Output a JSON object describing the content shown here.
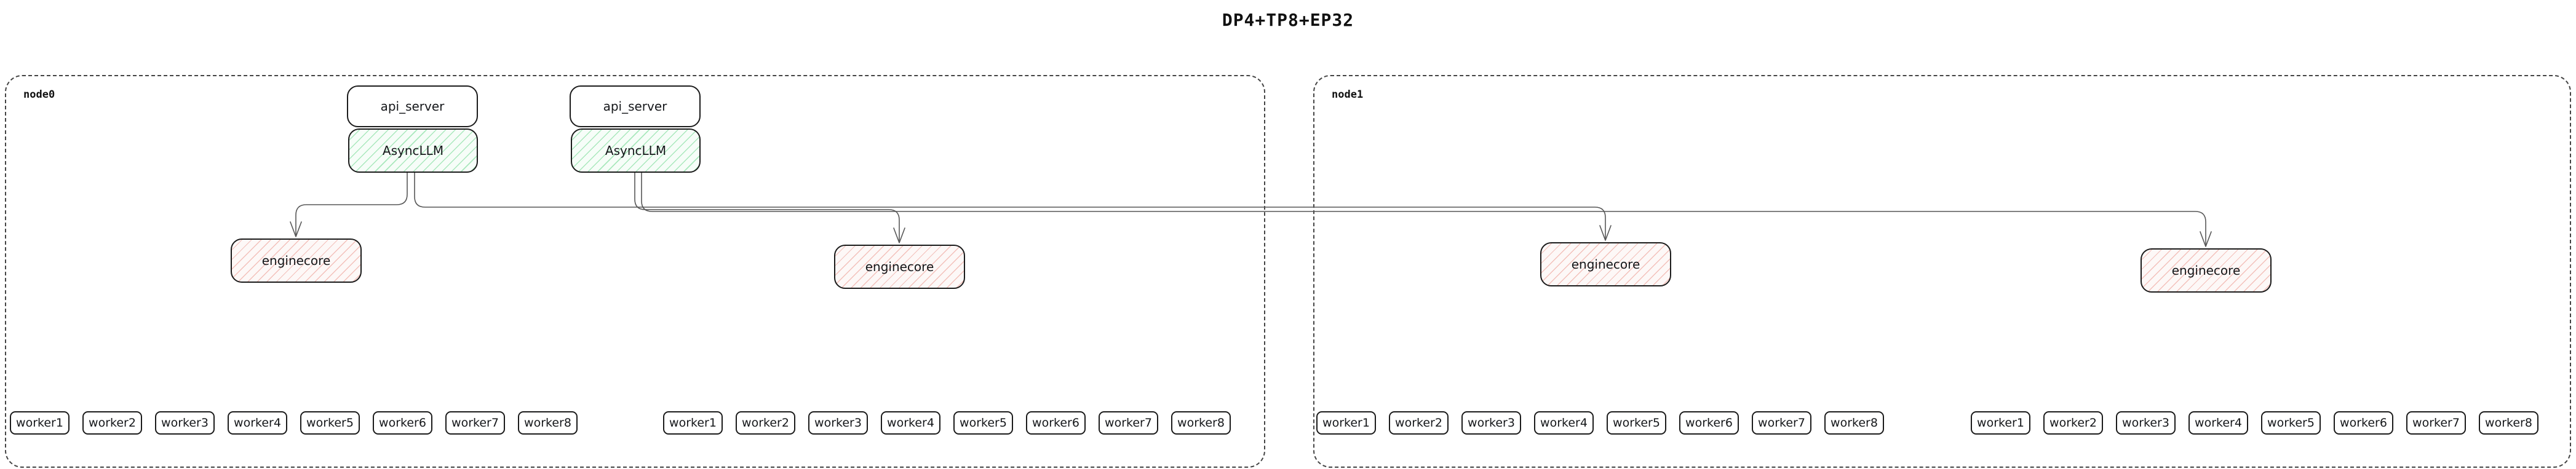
{
  "title": "DP4+TP8+EP32",
  "nodes": [
    {
      "label": "node0"
    },
    {
      "label": "node1"
    }
  ],
  "stacks": [
    {
      "api_server": "api_server",
      "asyncllm": "AsyncLLM"
    },
    {
      "api_server": "api_server",
      "asyncllm": "AsyncLLM"
    }
  ],
  "enginecores": [
    {
      "label": "enginecore"
    },
    {
      "label": "enginecore"
    },
    {
      "label": "enginecore"
    },
    {
      "label": "enginecore"
    }
  ],
  "worker_groups": [
    {
      "workers": [
        "worker1",
        "worker2",
        "worker3",
        "worker4",
        "worker5",
        "worker6",
        "worker7",
        "worker8"
      ]
    },
    {
      "workers": [
        "worker1",
        "worker2",
        "worker3",
        "worker4",
        "worker5",
        "worker6",
        "worker7",
        "worker8"
      ]
    },
    {
      "workers": [
        "worker1",
        "worker2",
        "worker3",
        "worker4",
        "worker5",
        "worker6",
        "worker7",
        "worker8"
      ]
    },
    {
      "workers": [
        "worker1",
        "worker2",
        "worker3",
        "worker4",
        "worker5",
        "worker6",
        "worker7",
        "worker8"
      ]
    }
  ],
  "colors": {
    "asyncllm_hatch": "#a9e8bc",
    "enginecore_hatch": "#f3c0ba",
    "box_border": "#1b1b1b",
    "connector": "#575757",
    "node_dash_border": "#444444"
  }
}
